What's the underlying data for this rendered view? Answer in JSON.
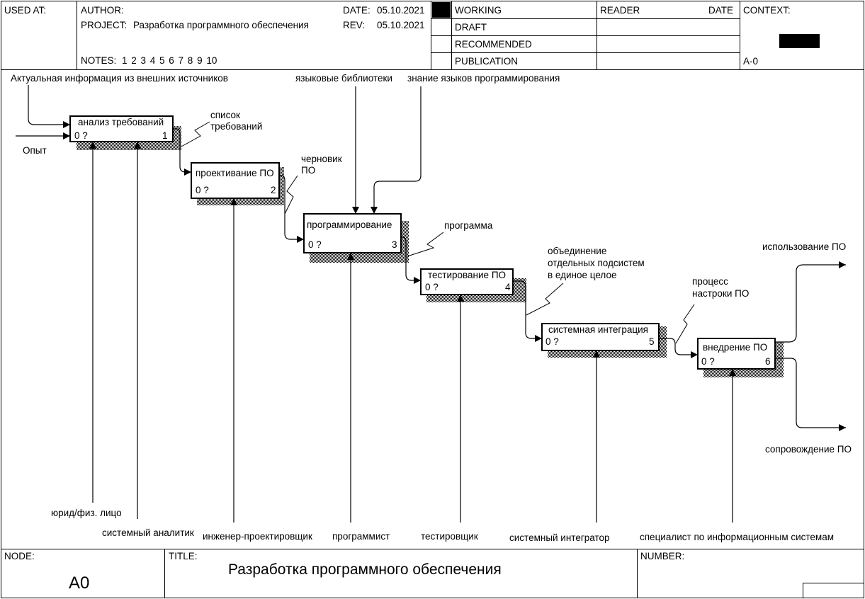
{
  "header": {
    "used_at_label": "USED AT:",
    "author_label": "AUTHOR:",
    "project_label": "PROJECT:",
    "project_name": "Разработка программного обеспечения",
    "date_label": "DATE:",
    "date_value": "05.10.2021",
    "rev_label": "REV:",
    "rev_value": "05.10.2021",
    "notes_label": "NOTES:",
    "notes_numbers": "1 2 3 4 5 6 7 8 9 10",
    "status": [
      "WORKING",
      "DRAFT",
      "RECOMMENDED",
      "PUBLICATION"
    ],
    "reader_label": "READER",
    "reader_date_label": "DATE",
    "context_label": "CONTEXT:",
    "context_node": "A-0"
  },
  "boxes": [
    {
      "title": "анализ требований",
      "cost": "0 ?",
      "number": "1"
    },
    {
      "title": "проективание ПО",
      "cost": "0 ?",
      "number": "2"
    },
    {
      "title": "программирование",
      "cost": "0 ?",
      "number": "3"
    },
    {
      "title": "тестирование ПО",
      "cost": "0 ?",
      "number": "4"
    },
    {
      "title": "системная интеграция",
      "cost": "0 ?",
      "number": "5"
    },
    {
      "title": "внедрение ПО",
      "cost": "0 ?",
      "number": "6"
    }
  ],
  "arrows": {
    "actual_info": "Актуальная информация из внешних источников",
    "experience": "Опыт",
    "libraries": "языковые библиотеки",
    "lang_knowledge": "знание языков программирования",
    "req_list": "список\nтребований",
    "draft": "черновик\nПО",
    "program": "программа",
    "integration_of": "объединение\nотдельных подсистем\nв единое целое",
    "tuning": "процесс\nнастроки ПО",
    "usage": "использование ПО",
    "support": "сопровождение ПО",
    "legal_person": "юрид/физ. лицо",
    "system_analyst": "системный аналитик",
    "design_engineer": "инженер-проектировщик",
    "programmer": "программист",
    "tester": "тестировщик",
    "system_integrator": "системный интегратор",
    "is_specialist": "специалист по информационным системам"
  },
  "footer": {
    "node_label": "NODE:",
    "node_value": "A0",
    "title_label": "TITLE:",
    "title_value": "Разработка программного обеспечения",
    "number_label": "NUMBER:"
  }
}
